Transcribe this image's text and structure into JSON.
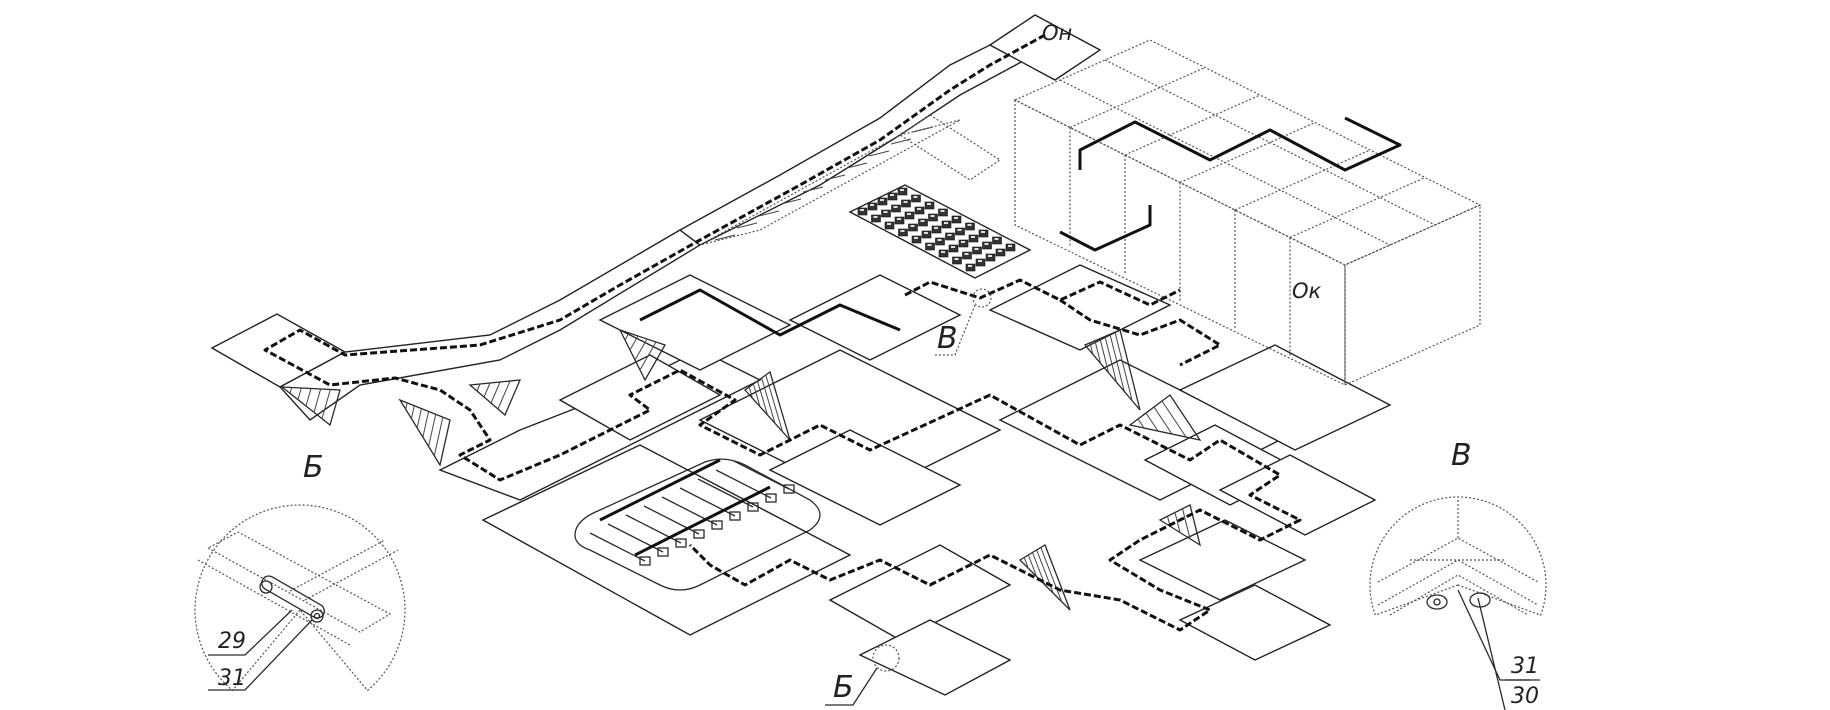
{
  "drawing": {
    "title": "Isometric view of obstacle course layout with detail views",
    "markers": {
      "start": "Он",
      "finish": "Ок"
    },
    "detail_refs": {
      "center_callout": "В",
      "bottom_callout": "Б"
    },
    "detail_views": [
      {
        "id": "detail-b",
        "title": "Б",
        "leaders": [
          "29",
          "31"
        ]
      },
      {
        "id": "detail-v",
        "title": "В",
        "leaders": [
          "31",
          "30"
        ]
      }
    ],
    "colors": {
      "line": "#111111",
      "background": "#ffffff"
    }
  }
}
